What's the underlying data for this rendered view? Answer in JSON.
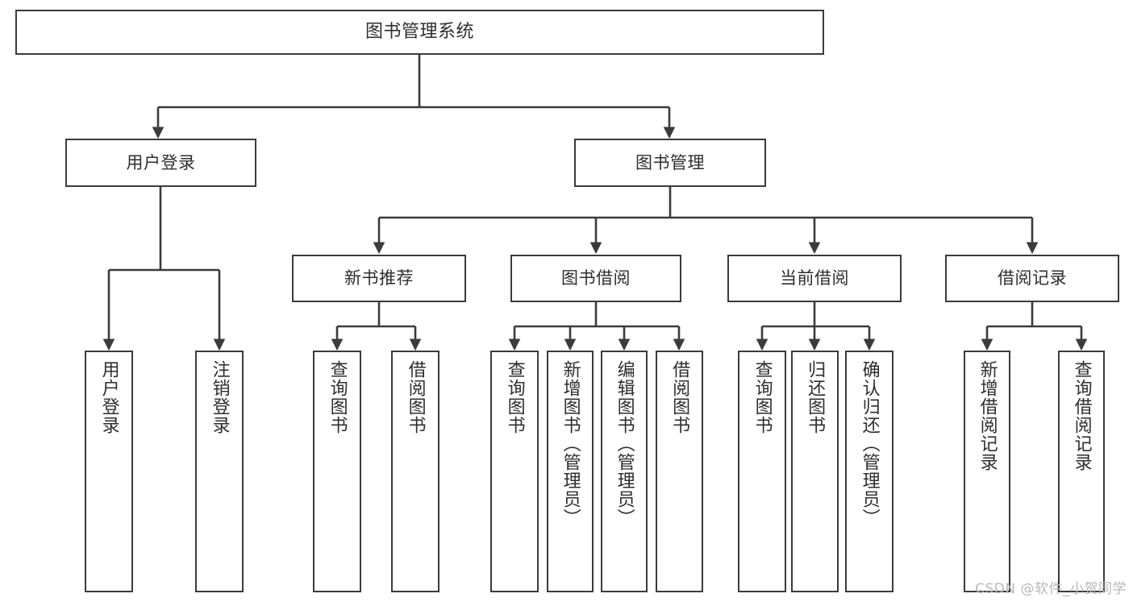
{
  "diagram": {
    "type": "tree",
    "title": "图书管理系统",
    "root": {
      "id": "root",
      "label": "图书管理系统"
    },
    "level1": [
      {
        "id": "user-login",
        "label": "用户登录"
      },
      {
        "id": "book-manage",
        "label": "图书管理"
      }
    ],
    "level2": [
      {
        "id": "new-book-recommend",
        "label": "新书推荐",
        "parent": "book-manage"
      },
      {
        "id": "book-borrow",
        "label": "图书借阅",
        "parent": "book-manage"
      },
      {
        "id": "current-borrow",
        "label": "当前借阅",
        "parent": "book-manage"
      },
      {
        "id": "borrow-record",
        "label": "借阅记录",
        "parent": "book-manage"
      }
    ],
    "leaves": [
      {
        "id": "leaf-user-login",
        "label": "用户登录",
        "parent": "user-login"
      },
      {
        "id": "leaf-user-logout",
        "label": "注销登录",
        "parent": "user-login"
      },
      {
        "id": "leaf-query-book-1",
        "label": "查询图书",
        "parent": "new-book-recommend"
      },
      {
        "id": "leaf-borrow-book-1",
        "label": "借阅图书",
        "parent": "new-book-recommend"
      },
      {
        "id": "leaf-query-book-2",
        "label": "查询图书",
        "parent": "book-borrow"
      },
      {
        "id": "leaf-add-book",
        "label": "新增图书（管理员）",
        "parent": "book-borrow"
      },
      {
        "id": "leaf-edit-book",
        "label": "编辑图书（管理员）",
        "parent": "book-borrow"
      },
      {
        "id": "leaf-borrow-book-2",
        "label": "借阅图书",
        "parent": "book-borrow"
      },
      {
        "id": "leaf-query-book-3",
        "label": "查询图书",
        "parent": "current-borrow"
      },
      {
        "id": "leaf-return-book",
        "label": "归还图书",
        "parent": "current-borrow"
      },
      {
        "id": "leaf-confirm-return",
        "label": "确认归还（管理员）",
        "parent": "current-borrow"
      },
      {
        "id": "leaf-add-record",
        "label": "新增借阅记录",
        "parent": "borrow-record"
      },
      {
        "id": "leaf-query-record",
        "label": "查询借阅记录",
        "parent": "borrow-record"
      }
    ],
    "colors": {
      "node_border": "#3b3b3b",
      "node_fill": "#ffffff",
      "edge": "#3b3b3b",
      "text": "#2e2e2e",
      "background": "#ffffff",
      "watermark": "#b8b8b8"
    }
  },
  "watermark": {
    "text": "CSDN @软件_小贺同学"
  }
}
